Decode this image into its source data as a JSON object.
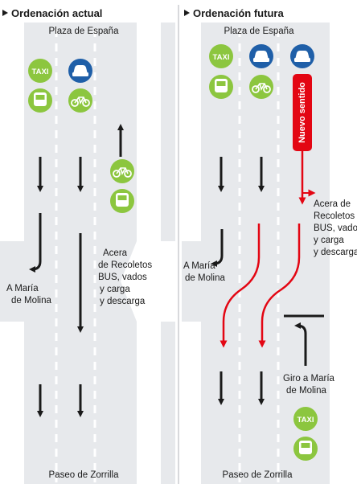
{
  "left": {
    "title": "Ordenación actual",
    "top_place": "Plaza de España",
    "bottom_place": "Paseo de Zorrilla",
    "turn_label_line1": "A María",
    "turn_label_line2": "de Molina",
    "side_note": [
      "Acera",
      "de Recoletos",
      "BUS, vados",
      "y carga",
      "y descarga"
    ],
    "icons": [
      "taxi-icon",
      "car-icon",
      "bus-icon",
      "bike-icon",
      "bike-icon",
      "bus-icon"
    ]
  },
  "right": {
    "title": "Ordenación futura",
    "top_place": "Plaza de España",
    "bottom_place": "Paseo de Zorrilla",
    "turn_label_line1": "A María",
    "turn_label_line2": "de Molina",
    "new_direction": "Nuevo sentido",
    "side_note": [
      "Acera de",
      "Recoletos",
      "BUS, vados",
      "y carga",
      "y descarga"
    ],
    "giro_line1": "Giro a María",
    "giro_line2": "de Molina",
    "icons": [
      "taxi-icon",
      "car-icon",
      "car-icon",
      "bus-icon",
      "bike-icon",
      "taxi-icon",
      "bus-icon"
    ]
  },
  "colors": {
    "green": "#8cc63f",
    "blue": "#1f5fa8",
    "red": "#e30613",
    "road": "#e7e9ec",
    "arrow": "#1a1a1a",
    "taxi_text": "#ffffff"
  },
  "icon_text": {
    "taxi": "TAXI"
  }
}
